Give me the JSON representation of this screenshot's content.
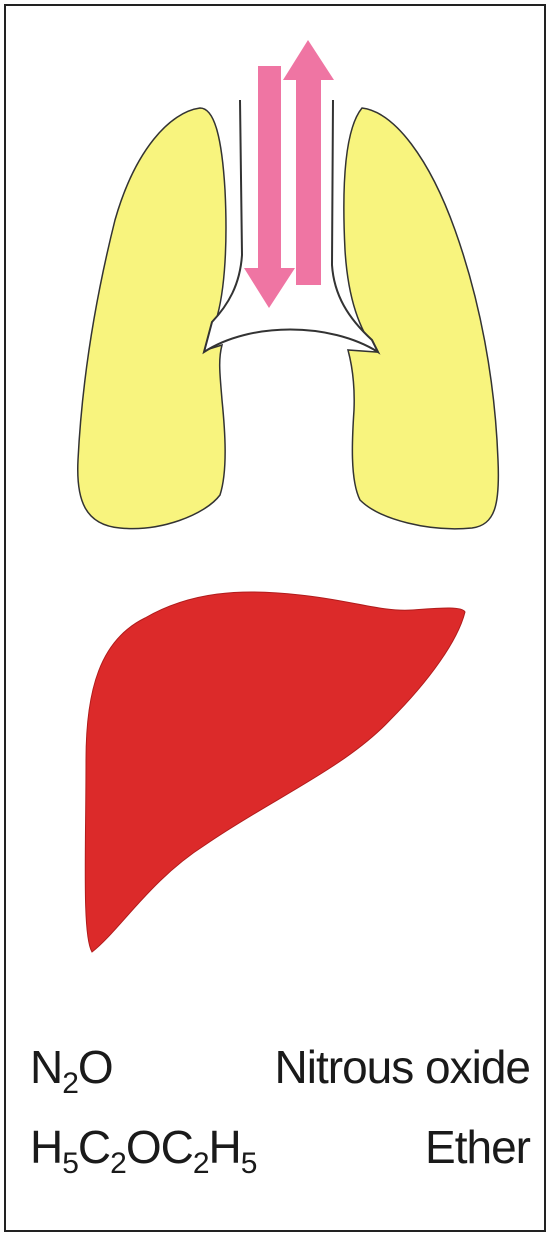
{
  "colors": {
    "lungs": "#f8f47e",
    "liver": "#dc2a2a",
    "arrows": "#ef75a3",
    "outline": "#333333",
    "text": "#1a1a1a"
  },
  "icons": {
    "lungs": "lungs-icon",
    "liver": "liver-icon",
    "arrows": "inhale-exhale-arrows-icon"
  },
  "legend": [
    {
      "formula_parts": [
        {
          "t": "N",
          "sub": false
        },
        {
          "t": "2",
          "sub": true
        },
        {
          "t": "O",
          "sub": false
        }
      ],
      "name": "Nitrous oxide"
    },
    {
      "formula_parts": [
        {
          "t": "H",
          "sub": false
        },
        {
          "t": "5",
          "sub": true
        },
        {
          "t": "C",
          "sub": false
        },
        {
          "t": "2",
          "sub": true
        },
        {
          "t": "OC",
          "sub": false
        },
        {
          "t": "2",
          "sub": true
        },
        {
          "t": "H",
          "sub": false
        },
        {
          "t": "5",
          "sub": true
        }
      ],
      "name": "Ether"
    }
  ]
}
